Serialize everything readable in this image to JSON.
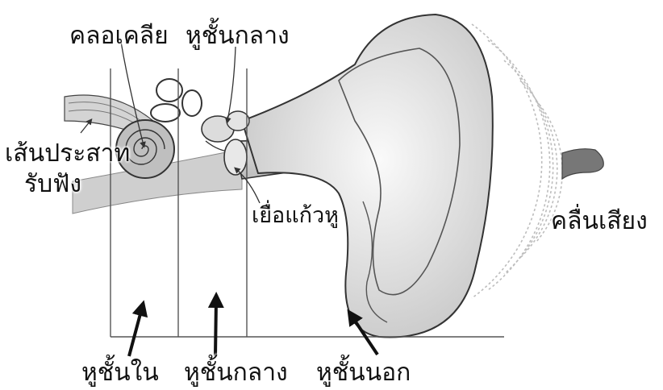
{
  "labels": {
    "cochlea": "คลอเคลีย",
    "middle_ear_top": "หูชั้นกลาง",
    "auditory_nerve": "เส้นประสาท",
    "auditory_nerve_2": "รับฟัง",
    "eardrum": "เยื่อแก้วหู",
    "sound_wave": "คลื่นเสียง",
    "inner_ear": "หูชั้นใน",
    "middle_ear": "หูชั้นกลาง",
    "outer_ear": "หูชั้นนอก"
  },
  "icons": {
    "sound_source": "sound-source-shape",
    "arrows": "arrow-up"
  }
}
